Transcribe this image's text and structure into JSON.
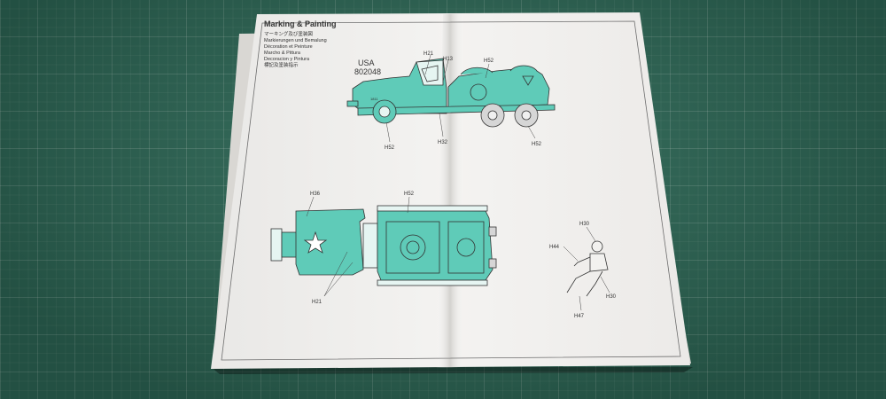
{
  "booklet": {
    "title": "Marking & Painting",
    "subtitles": [
      "マーキング及び塗装図",
      "Markierungen und Bemalung",
      "Décoration et Peinture",
      "Marcho & Pittura",
      "Decoracion y Pintura",
      "標記及塗装指示"
    ],
    "truck_marking_line1": "USA",
    "truck_marking_line2": "802048",
    "truck_bumper_text": "1811",
    "side_view_callouts": [
      "H21",
      "H13",
      "H52",
      "H32",
      "H52",
      "H52"
    ],
    "top_view_callouts": [
      "H36",
      "H52",
      "H21"
    ],
    "figure_callouts": [
      "H30",
      "H44",
      "H30",
      "H47"
    ]
  },
  "colors": {
    "mat": "#2f6b59",
    "paper": "#f2f1ef",
    "model_fill": "#5fcbb8",
    "ink": "#333333"
  }
}
